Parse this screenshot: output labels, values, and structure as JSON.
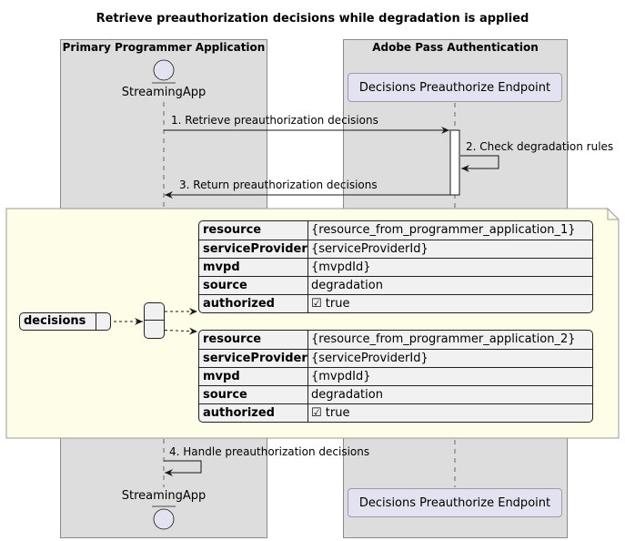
{
  "title": "Retrieve preauthorization decisions while degradation is applied",
  "groups": [
    {
      "label": "Primary Programmer Application"
    },
    {
      "label": "Adobe Pass Authentication"
    }
  ],
  "participants": {
    "actor": "StreamingApp",
    "endpoint": "Decisions Preauthorize Endpoint"
  },
  "messages": [
    "1. Retrieve preauthorization decisions",
    "2. Check degradation rules",
    "3. Return preauthorization decisions",
    "4. Handle preauthorization decisions"
  ],
  "note": {
    "root_key": "decisions",
    "items": [
      {
        "rows": [
          {
            "key": "resource",
            "value": "{resource_from_programmer_application_1}"
          },
          {
            "key": "serviceProvider",
            "value": "{serviceProviderId}"
          },
          {
            "key": "mvpd",
            "value": "{mvpdId}"
          },
          {
            "key": "source",
            "value": "degradation"
          },
          {
            "key": "authorized",
            "value": "☑ true"
          }
        ]
      },
      {
        "rows": [
          {
            "key": "resource",
            "value": "{resource_from_programmer_application_2}"
          },
          {
            "key": "serviceProvider",
            "value": "{serviceProviderId}"
          },
          {
            "key": "mvpd",
            "value": "{mvpdId}"
          },
          {
            "key": "source",
            "value": "degradation"
          },
          {
            "key": "authorized",
            "value": "☑ true"
          }
        ]
      }
    ]
  },
  "colors": {
    "group_bg": "#dddddd",
    "participant_bg": "#e2e2f0",
    "note_bg": "#fefee8",
    "json_bg": "#f1f1f1"
  }
}
